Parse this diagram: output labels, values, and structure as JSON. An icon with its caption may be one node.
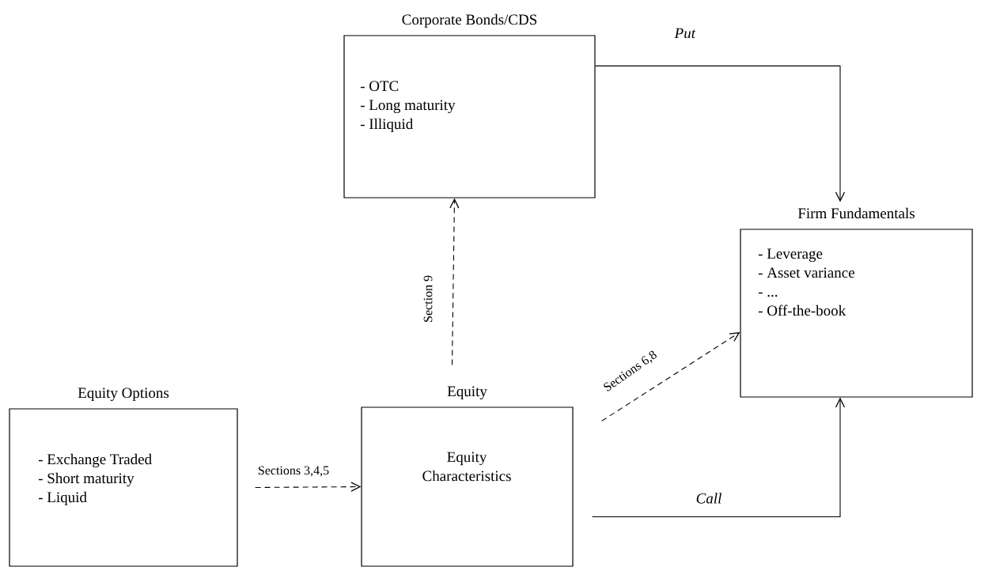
{
  "diagram": {
    "nodes": [
      {
        "text": [
          "Corporate Bonds/CDS",
          "- OTC",
          "- Long maturity",
          "- Illiquid"
        ]
      },
      {
        "text": [
          "Firm Fundamentals",
          "- Leverage",
          "- Asset variance",
          "- ...",
          "- Off-the-book"
        ]
      },
      {
        "text": [
          "Equity Options",
          "- Exchange Traded",
          "- Short maturity",
          "- Liquid"
        ]
      },
      {
        "text": [
          "Equity",
          "Equity Characteristics"
        ]
      }
    ],
    "edges": [
      {
        "from": 2,
        "to": 3,
        "arrow": "to",
        "style": "dashed",
        "label": "Sections 3,4,5"
      },
      {
        "from": 3,
        "to": 0,
        "arrow": "to",
        "style": "dashed",
        "label": "Section 9"
      },
      {
        "from": 3,
        "to": 1,
        "arrow": "to",
        "style": "dashed",
        "label": "Sections 6,8"
      },
      {
        "from": 0,
        "to": 1,
        "arrow": "to",
        "label": "*Put*"
      },
      {
        "from": 3,
        "to": 1,
        "arrow": "to",
        "label": "*Call*"
      }
    ]
  }
}
